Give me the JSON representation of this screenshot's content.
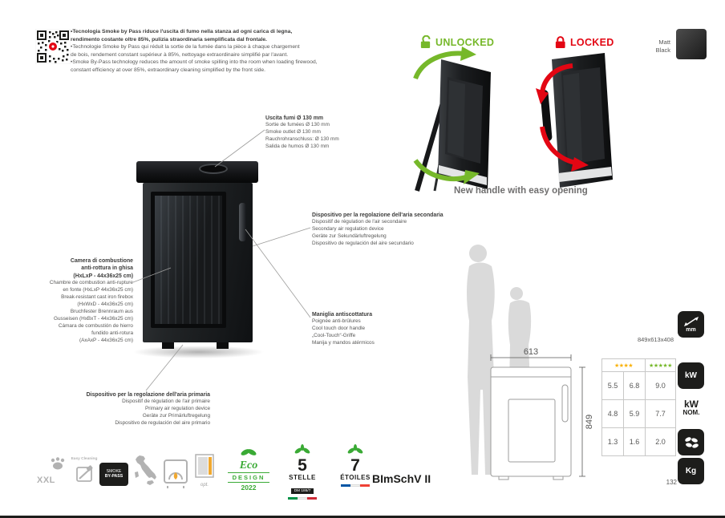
{
  "page_number": "132",
  "intro": {
    "bold_lines": [
      "•Tecnologia Smoke by Pass riduce l'uscita di fumo nella stanza ad ogni carica di legna,",
      "rendimento costante oltre 85%, pulizia straordinaria semplificata dal frontale."
    ],
    "regular_lines": [
      "•Technologie Smoke by Pass qui réduit la sortie de la fumée dans la pièce à chaque chargement",
      "de bois, rendement constant supérieur à 85%, nettoyage extraordinaire simplifié par l'avant.",
      "•Smoke By-Pass technology reduces the amount of smoke spilling into the room when loading firewood,",
      "constant efficiency at over 85%, extraordinary cleaning simplified by the front side."
    ]
  },
  "handle_demo": {
    "unlocked": "UNLOCKED",
    "locked": "LOCKED",
    "caption": "New handle with easy opening"
  },
  "finish": {
    "line1": "Matt",
    "line2": "Black"
  },
  "callouts": {
    "smoke_outlet": {
      "title": "Uscita fumi Ø 130 mm",
      "lines": [
        "Sortie de fumées Ø 130 mm",
        "Smoke outlet Ø 130 mm",
        "Rauchrohranschluss: Ø 130 mm",
        "Salida de humos Ø 130 mm"
      ]
    },
    "firebox": {
      "title_lines": [
        "Camera di combustione",
        "anti-rottura in ghisa",
        "(HxLxP - 44x36x25 cm)"
      ],
      "lines": [
        "Chambre de combustion anti-rupture",
        "en fonte (HxLxP 44x36x25 cm)",
        "Break-resistant cast iron firebox",
        "(HxWxD - 44x36x25 cm)",
        "Bruchfester Brennraum aus",
        "Gusseisen (HxBxT - 44x36x25 cm)",
        "Cámara de combustión de hierro",
        "fundido anti-rotura",
        "(AxAxP - 44x36x25 cm)"
      ]
    },
    "secondary_air": {
      "title": "Dispositivo per la regolazione dell'aria secondaria",
      "lines": [
        "Dispositif de régulation de l'air secondaire",
        "Secondary air regulation device",
        "Geräte zur Sekundärluftregelung",
        "Dispositivo de regulación del aire secundario"
      ]
    },
    "cool_handle": {
      "title": "Maniglia antiscottatura",
      "lines": [
        "Poignée anti-brûlures",
        "Cool touch door handle",
        "„Cool-Touch“-Griffe",
        "Manija y mandos atérmicos"
      ]
    },
    "primary_air": {
      "title": "Dispositivo per la regolazione dell'aria primaria",
      "lines": [
        "Dispositif de régulation de l'air primaire",
        "Primary air regulation device",
        "Geräte zur Primärluftregelung",
        "Dispositivo de regulación del aire primario"
      ]
    }
  },
  "dimensions": {
    "width_mm": "613",
    "height_mm": "849",
    "overall": "849x613x408"
  },
  "specs_table": {
    "star_headers": [
      "★★★★",
      "★★★★★"
    ],
    "rows": [
      {
        "c1": "5.5",
        "c2": "6.8",
        "c3": "9.0"
      },
      {
        "c1": "4.8",
        "c2": "5.9",
        "c3": "7.7"
      },
      {
        "c1": "1.3",
        "c2": "1.6",
        "c3": "2.0"
      }
    ],
    "kw_nom": {
      "line1": "kW",
      "line2": "NOM."
    }
  },
  "margin_icons": {
    "mm": "mm",
    "kw": "kW",
    "kg": "Kg"
  },
  "footer": {
    "xxl": "XXL",
    "easy_cleaning": "Easy Cleaning",
    "smoke_bypass_line1": "SMOKE",
    "smoke_bypass_line2": "BY-PASS",
    "opt": "opt.",
    "eco": {
      "line1": "Eco",
      "line2": "DESIGN",
      "line3": "2022"
    },
    "stelle": {
      "number": "5",
      "label": "STELLE",
      "sub": "DM 186/7"
    },
    "etoiles": {
      "number": "7",
      "label": "ÉTOILES"
    },
    "bimschv": "BImSchV II"
  },
  "colors": {
    "green": "#76b82a",
    "red": "#e30613",
    "orange_stars": "#f9b000",
    "dark": "#1d1d1b"
  }
}
